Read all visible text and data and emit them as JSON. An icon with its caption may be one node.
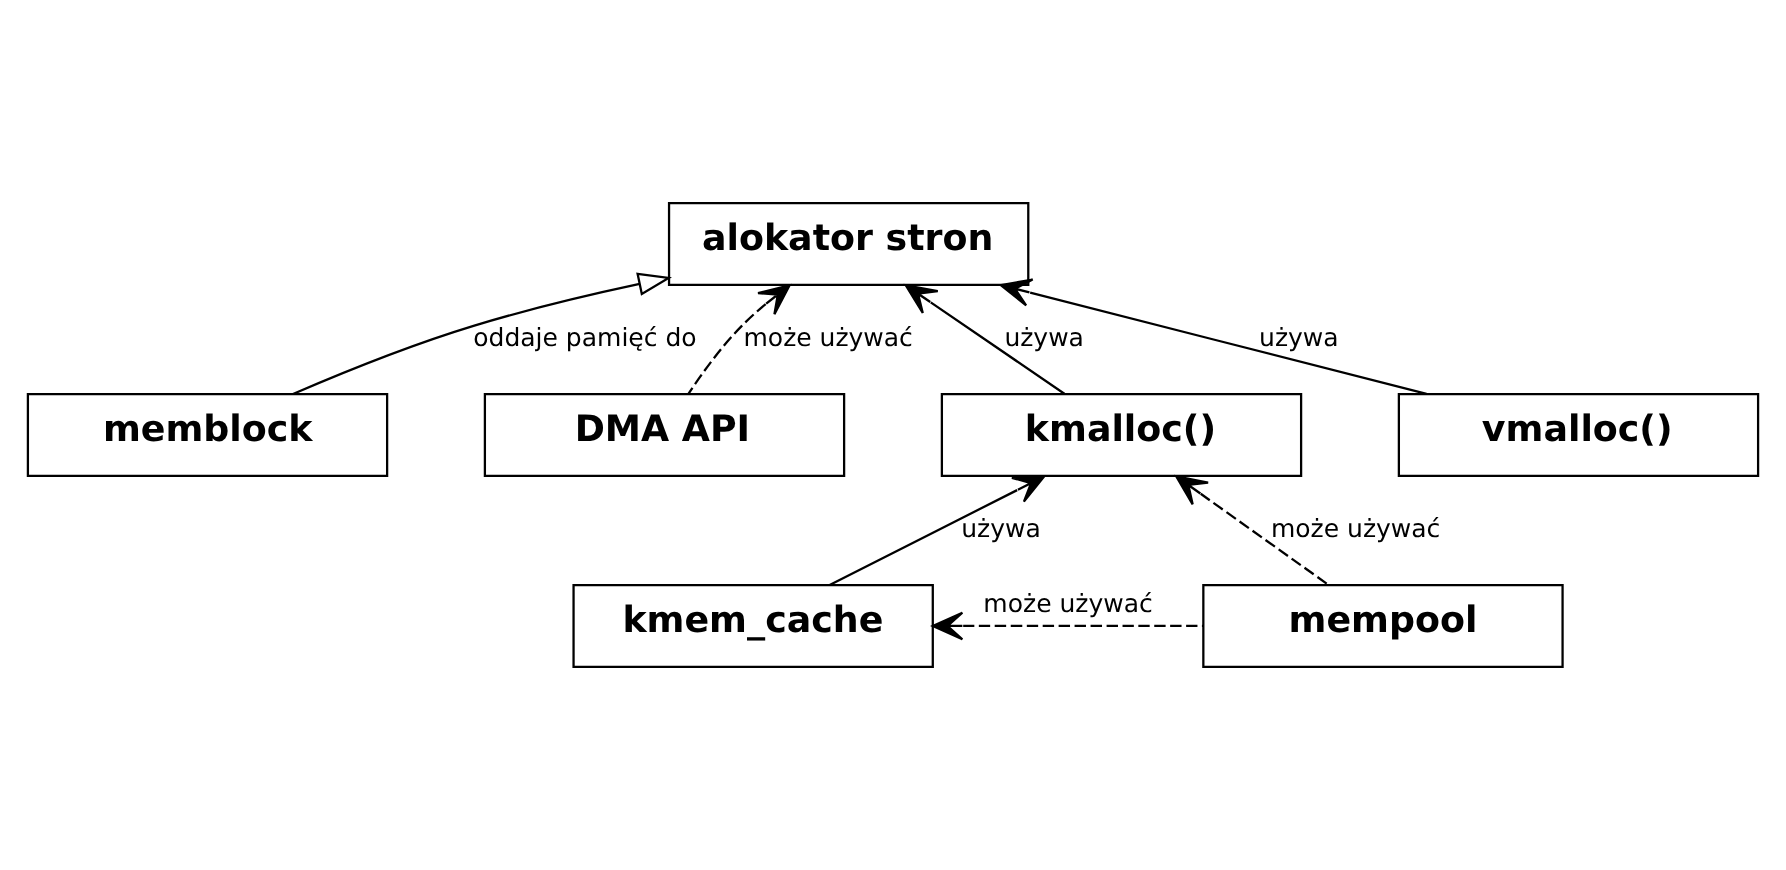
{
  "diagram": {
    "nodes": [
      {
        "text": [
          "memblock"
        ]
      },
      {
        "text": [
          "DMA API"
        ]
      },
      {
        "text": [
          "alokator stron"
        ]
      },
      {
        "text": [
          "kmalloc()"
        ]
      },
      {
        "text": [
          "vmalloc()"
        ]
      },
      {
        "text": [
          "kmem_cache"
        ]
      },
      {
        "text": [
          "mempool"
        ]
      }
    ],
    "edges": [
      {
        "from": 0,
        "to": 2,
        "arrow": "to",
        "label": "oddaje pamięć do"
      },
      {
        "from": 1,
        "to": 2,
        "arrow": "to",
        "label": "może używać",
        "style": "dashed"
      },
      {
        "from": 3,
        "to": 2,
        "arrow": "to",
        "label": "używa"
      },
      {
        "from": 4,
        "to": 2,
        "arrow": "to",
        "label": "używa"
      },
      {
        "from": 5,
        "to": 3,
        "arrow": "to",
        "label": "używa"
      },
      {
        "from": 6,
        "to": 3,
        "arrow": "to",
        "label": "może używać",
        "style": "dashed"
      },
      {
        "from": 6,
        "to": 5,
        "arrow": "to",
        "label": "może używać",
        "style": "dashed"
      }
    ]
  }
}
